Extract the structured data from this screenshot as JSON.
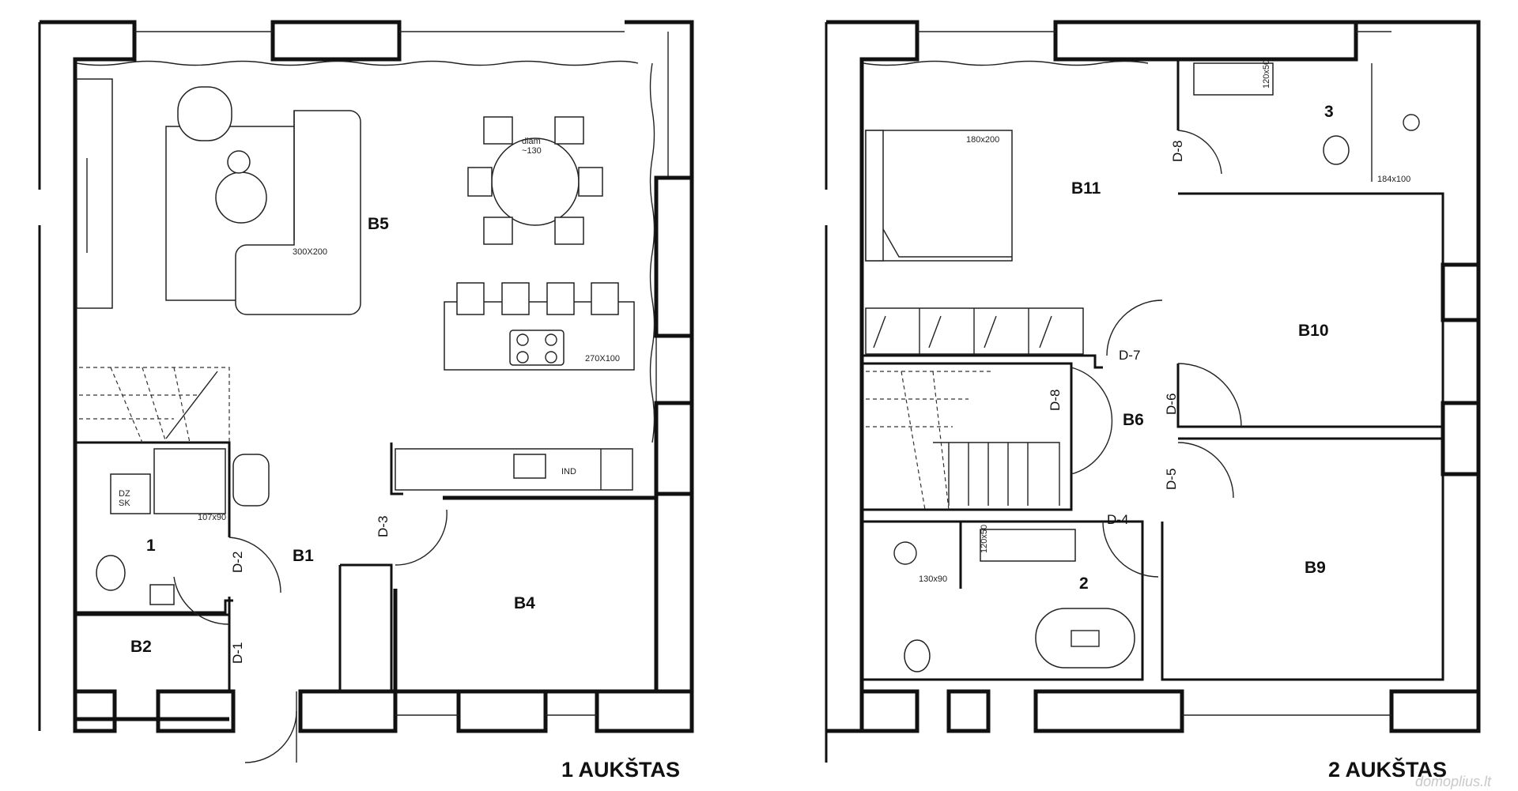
{
  "floor1": {
    "title": "1 AUKŠTAS",
    "rooms": {
      "b5": "B5",
      "b4": "B4",
      "b1": "B1",
      "b2": "B2",
      "r1": "1"
    },
    "doors": {
      "d1": "D-1",
      "d2": "D-2",
      "d3": "D-3"
    },
    "labels": {
      "rug": "300X200",
      "island": "270X100",
      "table": "diam\n~130",
      "shower": "107x90",
      "shower_icon": "DZ\nSK",
      "hob": "IND"
    }
  },
  "floor2": {
    "title": "2 AUKŠTAS",
    "rooms": {
      "b11": "B11",
      "b10": "B10",
      "b9": "B9",
      "b6": "B6",
      "r2": "2",
      "r3": "3"
    },
    "doors": {
      "d8a": "D-8",
      "d8b": "D-8",
      "d7": "D-7",
      "d6": "D-6",
      "d5": "D-5",
      "d4": "D-4"
    },
    "labels": {
      "bed": "180x200",
      "shower2": "130x90",
      "shower3": "184x100",
      "sink2": "120x50",
      "sink3": "120x50"
    }
  },
  "watermark": "domoplius.lt",
  "colors": {
    "ink": "#111111",
    "paper": "#ffffff"
  }
}
